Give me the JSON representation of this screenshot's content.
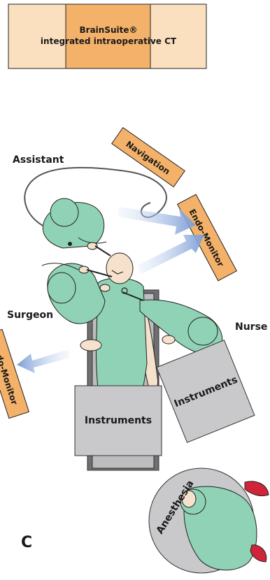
{
  "header": {
    "line1": "BrainSuite®",
    "line2": "integrated intraoperative CT"
  },
  "roles": {
    "assistant": "Assistant",
    "surgeon": "Surgeon",
    "nurse": "Nurse",
    "anesthesia": "Anesthesia"
  },
  "devices": {
    "navigation": "Navigation",
    "endo_monitor_right": "Endo-Monitor",
    "endo_monitor_left": "Endo-Monitor"
  },
  "tables": {
    "left": "Instruments",
    "right": "Instruments"
  },
  "panel_letter": "C",
  "colors": {
    "orange_dark": "#f4b16a",
    "orange_light": "#fbe0bf",
    "gown": "#8fd2b6",
    "gown_dark": "#5fa88a",
    "skin": "#f6e1cc",
    "table_gray": "#c9c9cb",
    "arrow_blue": "#7d9ed6",
    "shoe_red": "#d0243a"
  }
}
